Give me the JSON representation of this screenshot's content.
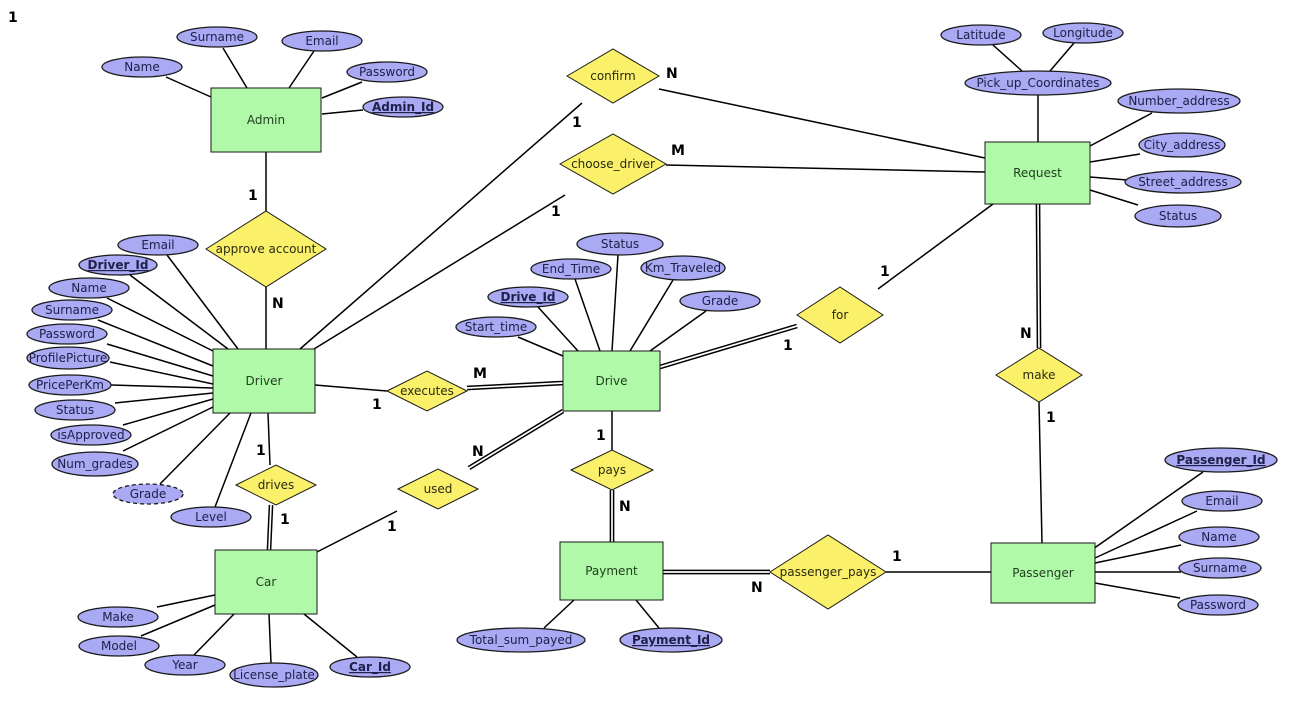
{
  "diagram": {
    "title": "ER diagram - ride sharing",
    "entities": [
      {
        "id": "admin",
        "label": "Admin"
      },
      {
        "id": "driver",
        "label": "Driver"
      },
      {
        "id": "car",
        "label": "Car"
      },
      {
        "id": "drive",
        "label": "Drive"
      },
      {
        "id": "payment",
        "label": "Payment"
      },
      {
        "id": "request",
        "label": "Request"
      },
      {
        "id": "passenger",
        "label": "Passenger"
      }
    ],
    "relationships": [
      {
        "id": "approve",
        "label": "approve account"
      },
      {
        "id": "confirm",
        "label": "confirm"
      },
      {
        "id": "choose",
        "label": "choose_driver"
      },
      {
        "id": "executes",
        "label": "executes"
      },
      {
        "id": "drives",
        "label": "drives"
      },
      {
        "id": "used",
        "label": "used"
      },
      {
        "id": "pays",
        "label": "pays"
      },
      {
        "id": "for",
        "label": "for"
      },
      {
        "id": "make",
        "label": "make"
      },
      {
        "id": "ppays",
        "label": "passenger_pays"
      }
    ],
    "attributes": [
      {
        "id": "a_name",
        "label": "Name",
        "owner": "admin"
      },
      {
        "id": "a_surname",
        "label": "Surname",
        "owner": "admin"
      },
      {
        "id": "a_email",
        "label": "Email",
        "owner": "admin"
      },
      {
        "id": "a_password",
        "label": "Password",
        "owner": "admin"
      },
      {
        "id": "a_id",
        "label": "Admin_Id",
        "owner": "admin",
        "key": true
      },
      {
        "id": "d_email",
        "label": "Email",
        "owner": "driver"
      },
      {
        "id": "d_id",
        "label": "Driver_Id",
        "owner": "driver",
        "key": true
      },
      {
        "id": "d_name",
        "label": "Name",
        "owner": "driver"
      },
      {
        "id": "d_surname",
        "label": "Surname",
        "owner": "driver"
      },
      {
        "id": "d_password",
        "label": "Password",
        "owner": "driver"
      },
      {
        "id": "d_pic",
        "label": "ProfilePicture",
        "owner": "driver"
      },
      {
        "id": "d_price",
        "label": "PricePerKm",
        "owner": "driver"
      },
      {
        "id": "d_status",
        "label": "Status",
        "owner": "driver"
      },
      {
        "id": "d_approved",
        "label": "isApproved",
        "owner": "driver"
      },
      {
        "id": "d_numgrades",
        "label": "Num_grades",
        "owner": "driver"
      },
      {
        "id": "d_grade",
        "label": "Grade",
        "owner": "driver",
        "derived": true
      },
      {
        "id": "d_level",
        "label": "Level",
        "owner": "driver"
      },
      {
        "id": "c_make",
        "label": "Make",
        "owner": "car"
      },
      {
        "id": "c_model",
        "label": "Model",
        "owner": "car"
      },
      {
        "id": "c_year",
        "label": "Year",
        "owner": "car"
      },
      {
        "id": "c_plate",
        "label": "License_plate",
        "owner": "car"
      },
      {
        "id": "c_id",
        "label": "Car_Id",
        "owner": "car",
        "key": true
      },
      {
        "id": "dr_start",
        "label": "Start_time",
        "owner": "drive"
      },
      {
        "id": "dr_id",
        "label": "Drive_Id",
        "owner": "drive",
        "key": true
      },
      {
        "id": "dr_end",
        "label": "End_Time",
        "owner": "drive"
      },
      {
        "id": "dr_status",
        "label": "Status",
        "owner": "drive"
      },
      {
        "id": "dr_km",
        "label": "Km_Traveled",
        "owner": "drive"
      },
      {
        "id": "dr_grade",
        "label": "Grade",
        "owner": "drive"
      },
      {
        "id": "p_total",
        "label": "Total_sum_payed",
        "owner": "payment"
      },
      {
        "id": "p_id",
        "label": "Payment_Id",
        "owner": "payment",
        "key": true
      },
      {
        "id": "r_lat",
        "label": "Latitude",
        "owner": "r_coord"
      },
      {
        "id": "r_lon",
        "label": "Longitude",
        "owner": "r_coord"
      },
      {
        "id": "r_coord",
        "label": "Pick_up_Coordinates",
        "owner": "request"
      },
      {
        "id": "r_number",
        "label": "Number_address",
        "owner": "request"
      },
      {
        "id": "r_city",
        "label": "City_address",
        "owner": "request"
      },
      {
        "id": "r_street",
        "label": "Street_address",
        "owner": "request"
      },
      {
        "id": "r_status",
        "label": "Status",
        "owner": "request"
      },
      {
        "id": "ps_id",
        "label": "Passenger_Id",
        "owner": "passenger",
        "key": true
      },
      {
        "id": "ps_email",
        "label": "Email",
        "owner": "passenger"
      },
      {
        "id": "ps_name",
        "label": "Name",
        "owner": "passenger"
      },
      {
        "id": "ps_surname",
        "label": "Surname",
        "owner": "passenger"
      },
      {
        "id": "ps_password",
        "label": "Password",
        "owner": "passenger"
      }
    ],
    "links": [
      {
        "from": "admin",
        "to": "approve",
        "card": "1"
      },
      {
        "from": "approve",
        "to": "driver",
        "card": "N"
      },
      {
        "from": "driver",
        "to": "confirm",
        "card": "1"
      },
      {
        "from": "confirm",
        "to": "request",
        "card": "N"
      },
      {
        "from": "driver",
        "to": "choose",
        "card": "1"
      },
      {
        "from": "choose",
        "to": "request",
        "card": "M"
      },
      {
        "from": "driver",
        "to": "executes",
        "card": "1"
      },
      {
        "from": "executes",
        "to": "drive",
        "card": "M",
        "double": true
      },
      {
        "from": "driver",
        "to": "drives",
        "card": "1"
      },
      {
        "from": "drives",
        "to": "car",
        "card": "1",
        "double": true
      },
      {
        "from": "car",
        "to": "used",
        "card": "1"
      },
      {
        "from": "used",
        "to": "drive",
        "card": "N",
        "double": true
      },
      {
        "from": "drive",
        "to": "pays",
        "card": "1"
      },
      {
        "from": "pays",
        "to": "payment",
        "card": "N",
        "double": true
      },
      {
        "from": "drive",
        "to": "for",
        "card": "1",
        "double": true
      },
      {
        "from": "for",
        "to": "request",
        "card": "1"
      },
      {
        "from": "request",
        "to": "make",
        "card": "N",
        "double": true
      },
      {
        "from": "make",
        "to": "passenger",
        "card": "1"
      },
      {
        "from": "payment",
        "to": "ppays",
        "card": "N",
        "double": true
      },
      {
        "from": "ppays",
        "to": "passenger",
        "card": "1"
      }
    ],
    "stray_label": "1"
  }
}
